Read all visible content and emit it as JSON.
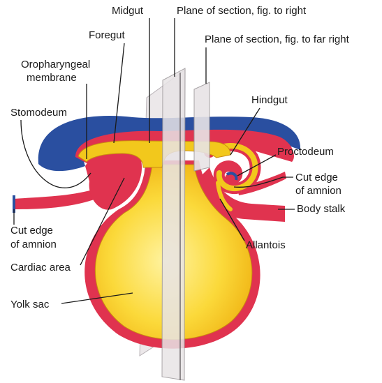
{
  "labels": {
    "midgut": "Midgut",
    "plane_right": "Plane of section, fig. to right",
    "foregut": "Foregut",
    "plane_far_right": "Plane of section, fig. to far right",
    "oropharyngeal_1": "Oropharyngeal",
    "oropharyngeal_2": "membrane",
    "stomodeum": "Stomodeum",
    "hindgut": "Hindgut",
    "proctodeum": "Proctodeum",
    "cut_edge_right_1": "Cut edge",
    "cut_edge_right_2": "of amnion",
    "body_stalk": "Body stalk",
    "allantois": "Allantois",
    "cut_edge_left_1": "Cut edge",
    "cut_edge_left_2": "of amnion",
    "cardiac_area": "Cardiac area",
    "yolk_sac": "Yolk sac"
  },
  "colors": {
    "ectoderm": "#2a4fa0",
    "mesoderm": "#e0334f",
    "endoderm": "#f2c81c",
    "yolk_light": "#fbe36a",
    "plane": "#e8e4e6"
  }
}
